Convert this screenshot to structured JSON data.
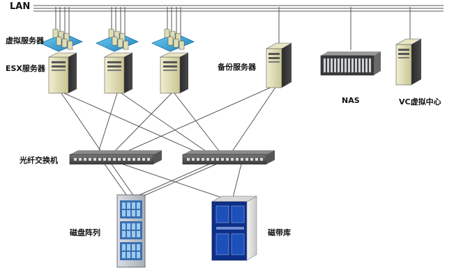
{
  "labels": {
    "lan": "LAN",
    "virtual_servers": "虚拟服务器",
    "esx_servers": "ESX服务器",
    "backup_server": "备份服务器",
    "nas": "NAS",
    "vc_center": "VC虚拟中心",
    "fc_switch": "光纤交换机",
    "disk_array": "磁盘阵列",
    "tape_library": "磁带库"
  },
  "colors": {
    "line": "#555555",
    "server_body": "#dedbb0",
    "server_dark": "#2e2e2e",
    "vm_platform": "#35a3d6",
    "switch_body": "#3a3a3a",
    "disk_array_blue": "#6aa6dc",
    "tape_library_blue": "#0e2f88"
  },
  "icons": {
    "esx_server": "server-tower-icon",
    "virtual_machine": "vm-cluster-icon",
    "backup_server": "server-tower-icon",
    "nas": "nas-rack-icon",
    "vc_center": "server-tower-icon",
    "fc_switch": "fc-switch-icon",
    "disk_array": "disk-array-icon",
    "tape_library": "tape-library-icon"
  }
}
